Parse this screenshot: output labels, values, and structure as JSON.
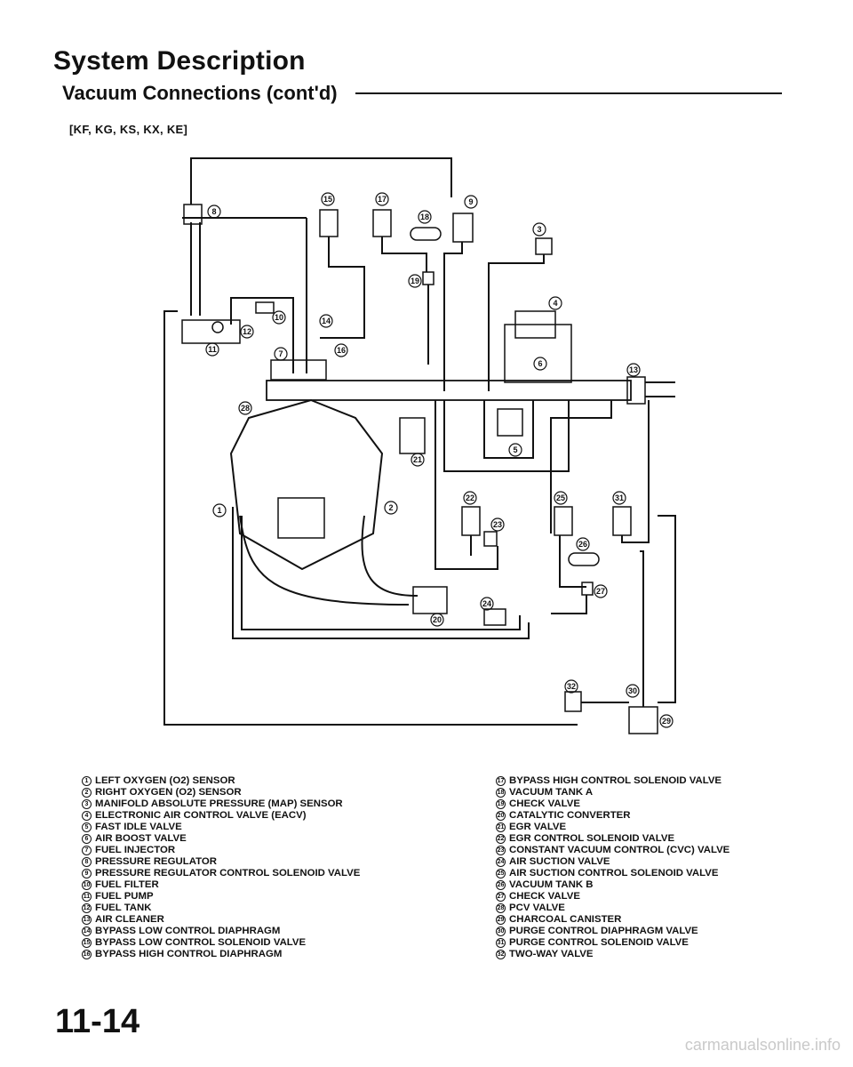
{
  "header": {
    "title": "System Description",
    "subtitle": "Vacuum Connections (cont'd)",
    "models": "[KF, KG, KS, KX, KE]"
  },
  "legend_left": [
    {
      "n": "1",
      "label": "LEFT OXYGEN (O2) SENSOR"
    },
    {
      "n": "2",
      "label": "RIGHT OXYGEN (O2) SENSOR"
    },
    {
      "n": "3",
      "label": "MANIFOLD ABSOLUTE PRESSURE (MAP) SENSOR"
    },
    {
      "n": "4",
      "label": "ELECTRONIC AIR CONTROL VALVE (EACV)"
    },
    {
      "n": "5",
      "label": "FAST IDLE VALVE"
    },
    {
      "n": "6",
      "label": "AIR BOOST VALVE"
    },
    {
      "n": "7",
      "label": "FUEL INJECTOR"
    },
    {
      "n": "8",
      "label": "PRESSURE REGULATOR"
    },
    {
      "n": "9",
      "label": "PRESSURE REGULATOR CONTROL SOLENOID VALVE"
    },
    {
      "n": "10",
      "label": "FUEL FILTER"
    },
    {
      "n": "11",
      "label": "FUEL PUMP"
    },
    {
      "n": "12",
      "label": "FUEL TANK"
    },
    {
      "n": "13",
      "label": "AIR CLEANER"
    },
    {
      "n": "14",
      "label": "BYPASS LOW CONTROL DIAPHRAGM"
    },
    {
      "n": "15",
      "label": "BYPASS LOW CONTROL SOLENOID VALVE"
    },
    {
      "n": "16",
      "label": "BYPASS HIGH CONTROL DIAPHRAGM"
    }
  ],
  "legend_right": [
    {
      "n": "17",
      "label": "BYPASS HIGH CONTROL SOLENOID VALVE"
    },
    {
      "n": "18",
      "label": "VACUUM TANK A"
    },
    {
      "n": "19",
      "label": "CHECK VALVE"
    },
    {
      "n": "20",
      "label": "CATALYTIC CONVERTER"
    },
    {
      "n": "21",
      "label": "EGR VALVE"
    },
    {
      "n": "22",
      "label": "EGR CONTROL SOLENOID VALVE"
    },
    {
      "n": "23",
      "label": "CONSTANT VACUUM CONTROL (CVC) VALVE"
    },
    {
      "n": "24",
      "label": "AIR SUCTION VALVE"
    },
    {
      "n": "25",
      "label": "AIR SUCTION CONTROL SOLENOID VALVE"
    },
    {
      "n": "26",
      "label": "VACUUM TANK B"
    },
    {
      "n": "27",
      "label": "CHECK VALVE"
    },
    {
      "n": "28",
      "label": "PCV VALVE"
    },
    {
      "n": "29",
      "label": "CHARCOAL CANISTER"
    },
    {
      "n": "30",
      "label": "PURGE CONTROL DIAPHRAGM VALVE"
    },
    {
      "n": "31",
      "label": "PURGE CONTROL SOLENOID VALVE"
    },
    {
      "n": "32",
      "label": "TWO-WAY VALVE"
    }
  ],
  "callouts": [
    {
      "n": "1"
    },
    {
      "n": "2"
    },
    {
      "n": "3"
    },
    {
      "n": "4"
    },
    {
      "n": "5"
    },
    {
      "n": "6"
    },
    {
      "n": "7"
    },
    {
      "n": "8"
    },
    {
      "n": "9"
    },
    {
      "n": "10"
    },
    {
      "n": "11"
    },
    {
      "n": "12"
    },
    {
      "n": "13"
    },
    {
      "n": "14"
    },
    {
      "n": "15"
    },
    {
      "n": "16"
    },
    {
      "n": "17"
    },
    {
      "n": "18"
    },
    {
      "n": "19"
    },
    {
      "n": "20"
    },
    {
      "n": "21"
    },
    {
      "n": "22"
    },
    {
      "n": "23"
    },
    {
      "n": "24"
    },
    {
      "n": "25"
    },
    {
      "n": "26"
    },
    {
      "n": "27"
    },
    {
      "n": "28"
    },
    {
      "n": "29"
    },
    {
      "n": "30"
    },
    {
      "n": "31"
    },
    {
      "n": "32"
    }
  ],
  "footer": {
    "page_number": "11-14",
    "watermark": "carmanualsonline.info"
  }
}
